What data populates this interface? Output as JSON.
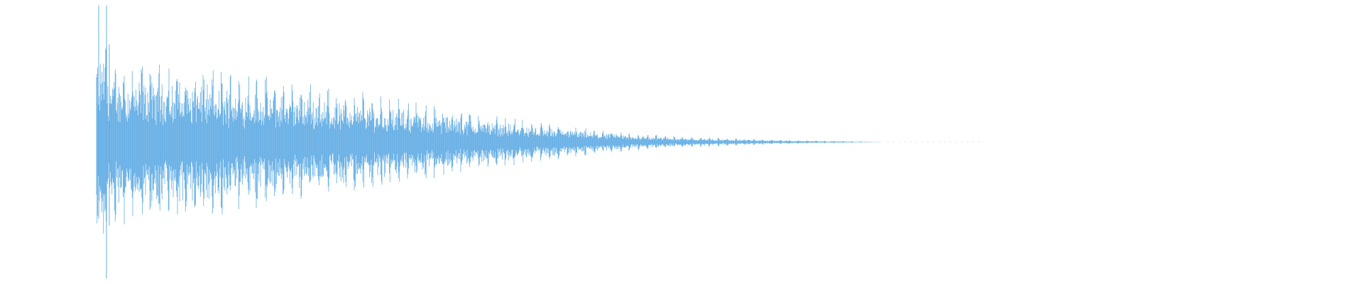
{
  "chart_data": {
    "type": "area",
    "kind": "audio-waveform",
    "title": "",
    "xlabel": "",
    "ylabel": "",
    "axes_visible": false,
    "grid": false,
    "legend": "none",
    "ylim": [
      -1,
      1
    ],
    "color": "#62ade4",
    "baseline": 0,
    "onset_fraction": 0.0,
    "peak_amplitude": 0.98,
    "envelope_decay": "exponential",
    "signal_end_fraction": 0.635,
    "series": [
      {
        "x_fraction": [
          0.0,
          0.005,
          0.01,
          0.02,
          0.05,
          0.08,
          0.1,
          0.15,
          0.2,
          0.25,
          0.3,
          0.35,
          0.4,
          0.45,
          0.5,
          0.55,
          0.6,
          0.635
        ],
        "envelope": [
          0.55,
          0.98,
          0.62,
          0.6,
          0.58,
          0.56,
          0.53,
          0.45,
          0.38,
          0.3,
          0.22,
          0.15,
          0.09,
          0.05,
          0.03,
          0.015,
          0.006,
          0.0
        ]
      }
    ]
  }
}
